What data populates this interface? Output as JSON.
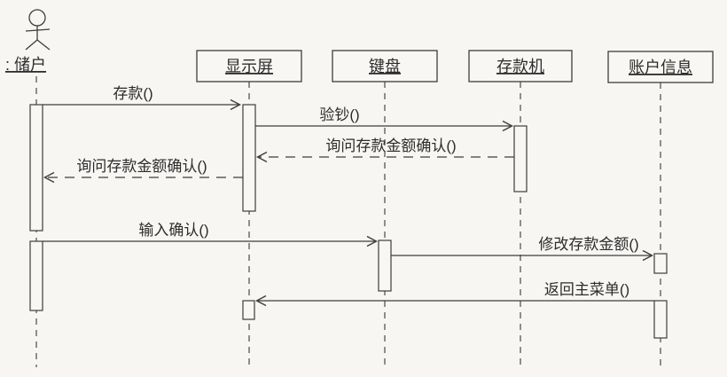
{
  "diagram": {
    "kind": "uml-sequence-diagram",
    "colors": {
      "background": "#f7f6f3",
      "line": "#3d3d3d",
      "text": "#2c2c2c"
    },
    "actor": {
      "label": ": 储户"
    },
    "objects": [
      {
        "label": "显示屏"
      },
      {
        "label": "键盘"
      },
      {
        "label": "存款机"
      },
      {
        "label": "账户信息"
      }
    ],
    "messages": [
      {
        "label": "存款()",
        "from": ": 储户",
        "to": "显示屏",
        "line": "solid"
      },
      {
        "label": "验钞()",
        "from": "显示屏",
        "to": "存款机",
        "line": "solid"
      },
      {
        "label": "询问存款金额确认()",
        "from": "存款机",
        "to": "显示屏",
        "line": "dashed"
      },
      {
        "label": "询问存款金额确认()",
        "from": "显示屏",
        "to": ": 储户",
        "line": "dashed"
      },
      {
        "label": "输入确认()",
        "from": ": 储户",
        "to": "键盘",
        "line": "solid"
      },
      {
        "label": "修改存款金额()",
        "from": "键盘",
        "to": "账户信息",
        "line": "solid"
      },
      {
        "label": "返回主菜单()",
        "from": "账户信息",
        "to": "显示屏",
        "line": "solid"
      }
    ]
  }
}
